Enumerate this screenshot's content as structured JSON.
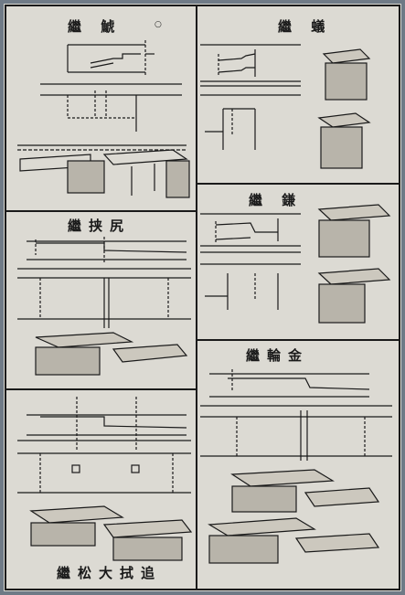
{
  "panels": {
    "top_left": {
      "title": "繼 鯱"
    },
    "top_right": {
      "title": "繼 蟻"
    },
    "mid_right": {
      "title": "繼 鎌"
    },
    "mid_left": {
      "title": "繼挟尻"
    },
    "lower_right": {
      "title": "繼輪金"
    },
    "bottom_left": {
      "title": "繼松大拭追"
    }
  },
  "colors": {
    "paper": "#dcdad3",
    "ink": "#1a1a1a",
    "backdrop": "#6f7a86"
  }
}
